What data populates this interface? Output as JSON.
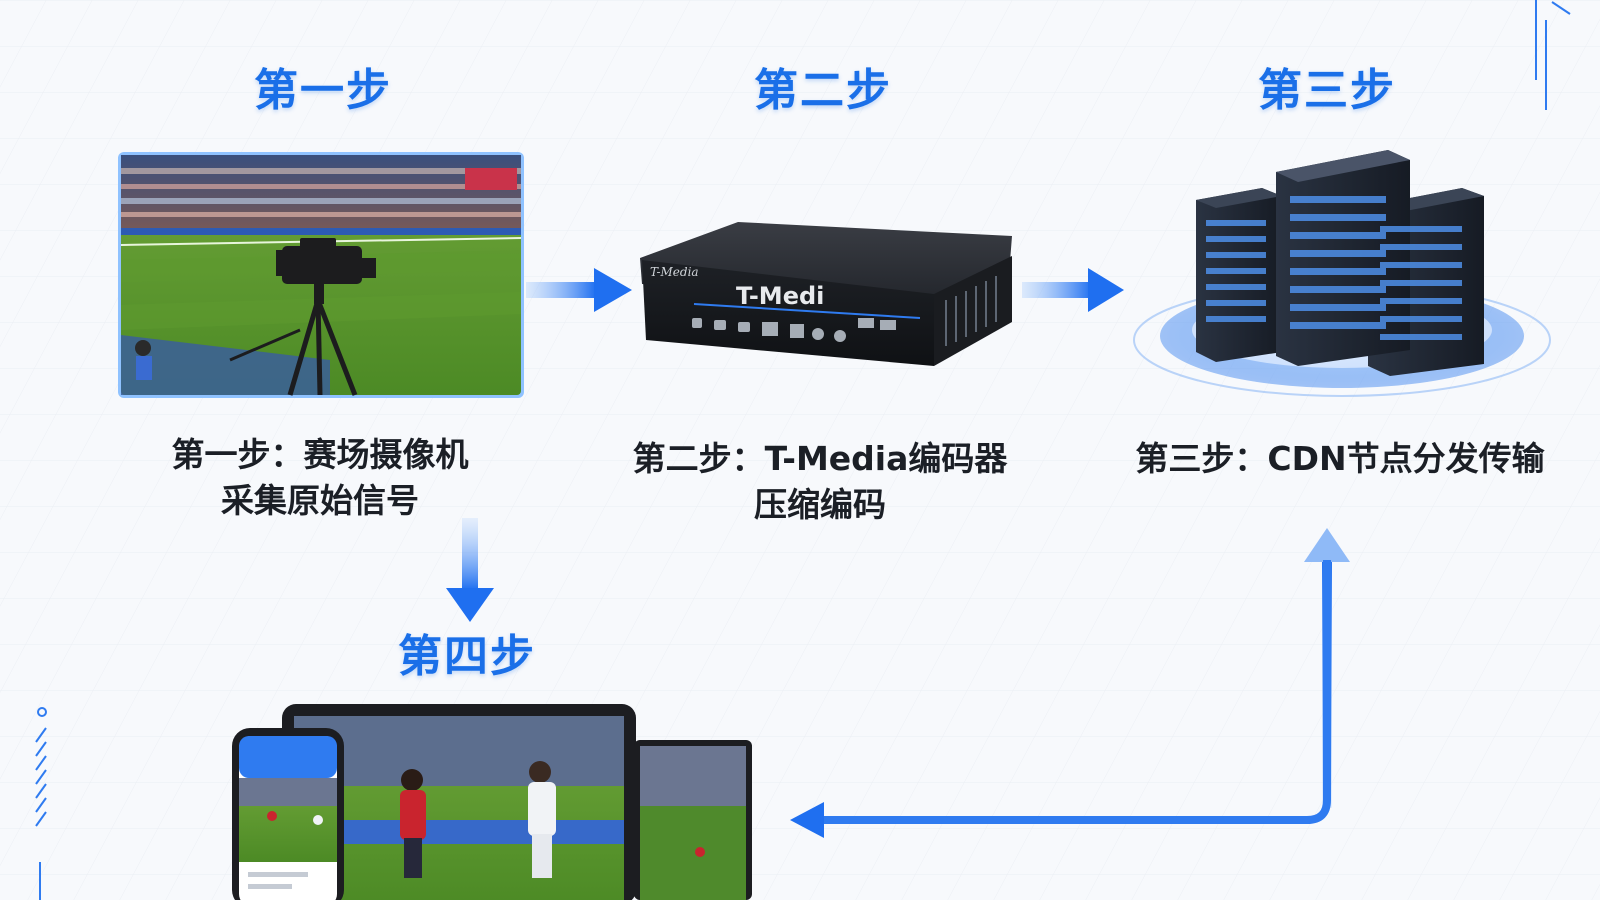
{
  "colors": {
    "accent": "#1a6fe8",
    "arrow": "#2f7bf0",
    "text": "#1b1f26",
    "background": "#f3f6fa",
    "grid": "#dfe5ee"
  },
  "steps": [
    {
      "title": "第一步",
      "caption_lines": [
        "第一步：赛场摄像机",
        "采集原始信号"
      ],
      "icon": "stadium-camera-icon"
    },
    {
      "title": "第二步",
      "caption_lines": [
        "第二步：T-Media编码器",
        "压缩编码"
      ],
      "icon": "encoder-device-icon",
      "device_label": "T-Medi",
      "device_brand": "T-Media"
    },
    {
      "title": "第三步",
      "caption_lines": [
        "第三步：CDN节点分发传输"
      ],
      "icon": "server-rack-icon"
    },
    {
      "title": "第四步",
      "icon": "viewing-devices-icon"
    }
  ]
}
